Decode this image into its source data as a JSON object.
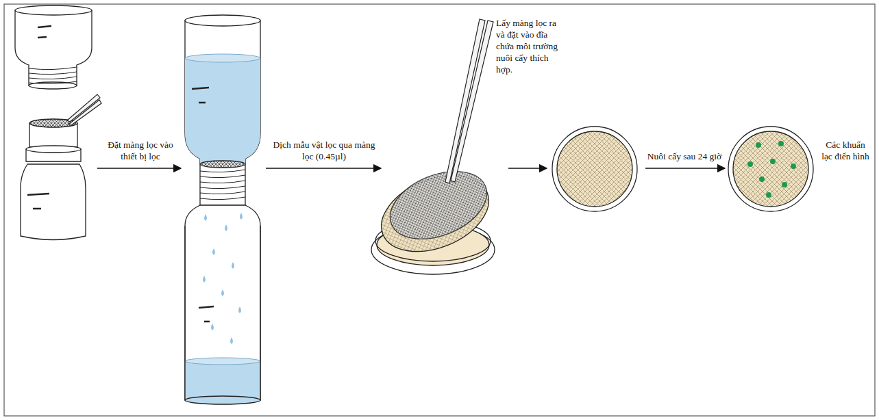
{
  "diagram": {
    "labels": [
      "Đặt màng lọc vào thiết bị lọc",
      "Dịch mẫu vật lọc qua màng lọc (0.45µl)",
      "Lấy màng lọc ra và đặt vào đĩa chứa môi trường nuôi cấy thích hợp.",
      "Nuôi cấy sau 24 giờ",
      "Các khuẩn lạc điển hình"
    ]
  }
}
